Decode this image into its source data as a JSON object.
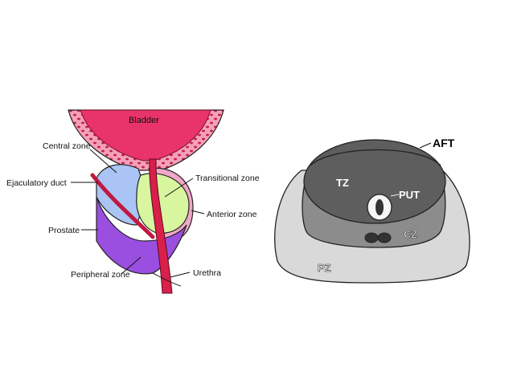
{
  "left_diagram": {
    "labels": {
      "bladder": "Bladder",
      "central_zone": "Central zone",
      "ejaculatory_duct": "Ejaculatory duct",
      "transitional_zone": "Transitional zone",
      "anterior_zone": "Anterior zone",
      "prostate": "Prostate",
      "peripheral_zone": "Peripheral zone",
      "urethra": "Urethra"
    },
    "colors": {
      "bladder": "#e8336b",
      "bladder_wall": "#f4a0b8",
      "central_zone": "#a9c4f5",
      "transitional_zone": "#d8f5a0",
      "anterior_zone": "#f1a7c8",
      "peripheral_zone": "#9b4fe0",
      "urethra": "#d8204a"
    }
  },
  "right_diagram": {
    "labels": {
      "aft": "AFT",
      "tz": "TZ",
      "put": "PUT",
      "cz": "CZ",
      "pz": "PZ"
    },
    "colors": {
      "outer_pz": "#d9d9d9",
      "middle_cz": "#8c8c8c",
      "inner_tz": "#5e5e5e",
      "outline": "#222222"
    }
  }
}
